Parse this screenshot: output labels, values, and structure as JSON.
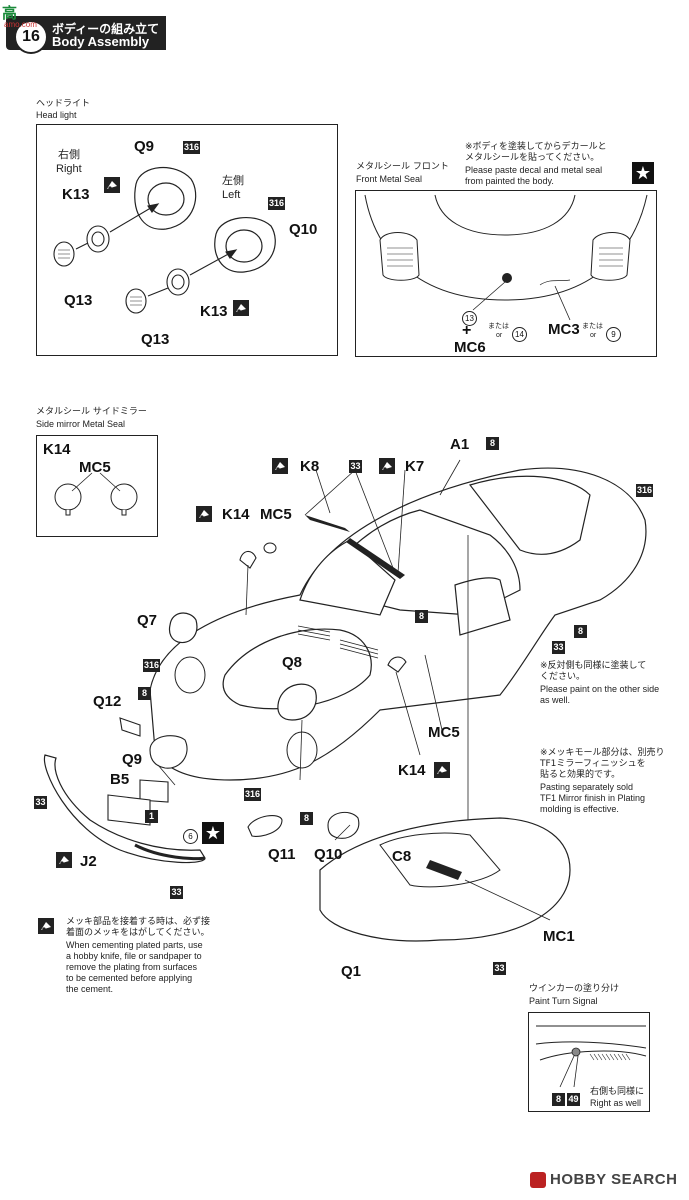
{
  "header": {
    "step_number": "16",
    "title_jp": "ボディーの組み立て",
    "title_en": "Body Assembly",
    "watermark": "amo.com"
  },
  "headlight": {
    "title_jp": "ヘッドライト",
    "title_en": "Head light",
    "right_jp": "右側",
    "right_en": "Right",
    "left_jp": "左側",
    "left_en": "Left",
    "parts": [
      "Q9",
      "K13",
      "Q13",
      "Q10",
      "K13",
      "Q13"
    ],
    "paint": "316"
  },
  "front_metal_seal": {
    "note_jp_1": "※ボディを塗装してからデカールと",
    "note_jp_2": "メタルシールを貼ってください。",
    "note_en_1": "Please paste decal and metal seal",
    "note_en_2": "from painted the body.",
    "title_jp": "メタルシール フロント",
    "title_en": "Front Metal Seal",
    "decal_13": "13",
    "plus": "+",
    "mc6": "MC6",
    "or_jp": "または",
    "or_en": "or",
    "decal_14": "14",
    "mc3": "MC3",
    "decal_9": "9"
  },
  "side_mirror": {
    "title_jp": "メタルシール サイドミラー",
    "title_en": "Side mirror Metal Seal",
    "k14": "K14",
    "mc5": "MC5"
  },
  "main_labels": {
    "A1": "A1",
    "K8": "K8",
    "K7": "K7",
    "K14": "K14",
    "MC5": "MC5",
    "Q7": "Q7",
    "Q8": "Q8",
    "Q12": "Q12",
    "Q9": "Q9",
    "B5": "B5",
    "J2": "J2",
    "Q11": "Q11",
    "Q10": "Q10",
    "MC5b": "MC5",
    "K14b": "K14",
    "C8": "C8",
    "MC1": "MC1",
    "Q1": "Q1"
  },
  "paint_codes": {
    "p8": "8",
    "p316": "316",
    "p33": "33",
    "p1": "1",
    "p49": "49",
    "d6": "6"
  },
  "notes": {
    "other_side_jp_1": "※反対側も同様に塗装して",
    "other_side_jp_2": "ください。",
    "other_side_en_1": "Please paint on the other side",
    "other_side_en_2": "as well.",
    "mirror_jp_1": "※メッキモール部分は、別売り",
    "mirror_jp_2": "TF1ミラーフィニッシュを",
    "mirror_jp_3": "貼ると効果的です。",
    "mirror_en_1": "Pasting separately sold",
    "mirror_en_2": "TF1 Mirror finish in Plating",
    "mirror_en_3": "molding is effective.",
    "plated_jp_1": "メッキ部品を接着する時は、必ず接",
    "plated_jp_2": "着面のメッキをはがしてください。",
    "plated_en_1": "When cementing plated parts, use",
    "plated_en_2": "a hobby knife, file or sandpaper to",
    "plated_en_3": "remove the plating from surfaces",
    "plated_en_4": "to be cemented before applying",
    "plated_en_5": "the cement."
  },
  "turn_signal": {
    "title_jp": "ウインカーの塗り分け",
    "title_en": "Paint Turn Signal",
    "right_jp": "右側も同様に",
    "right_en": "Right as well"
  },
  "footer": {
    "brand": "HOBBY SEARCH"
  }
}
